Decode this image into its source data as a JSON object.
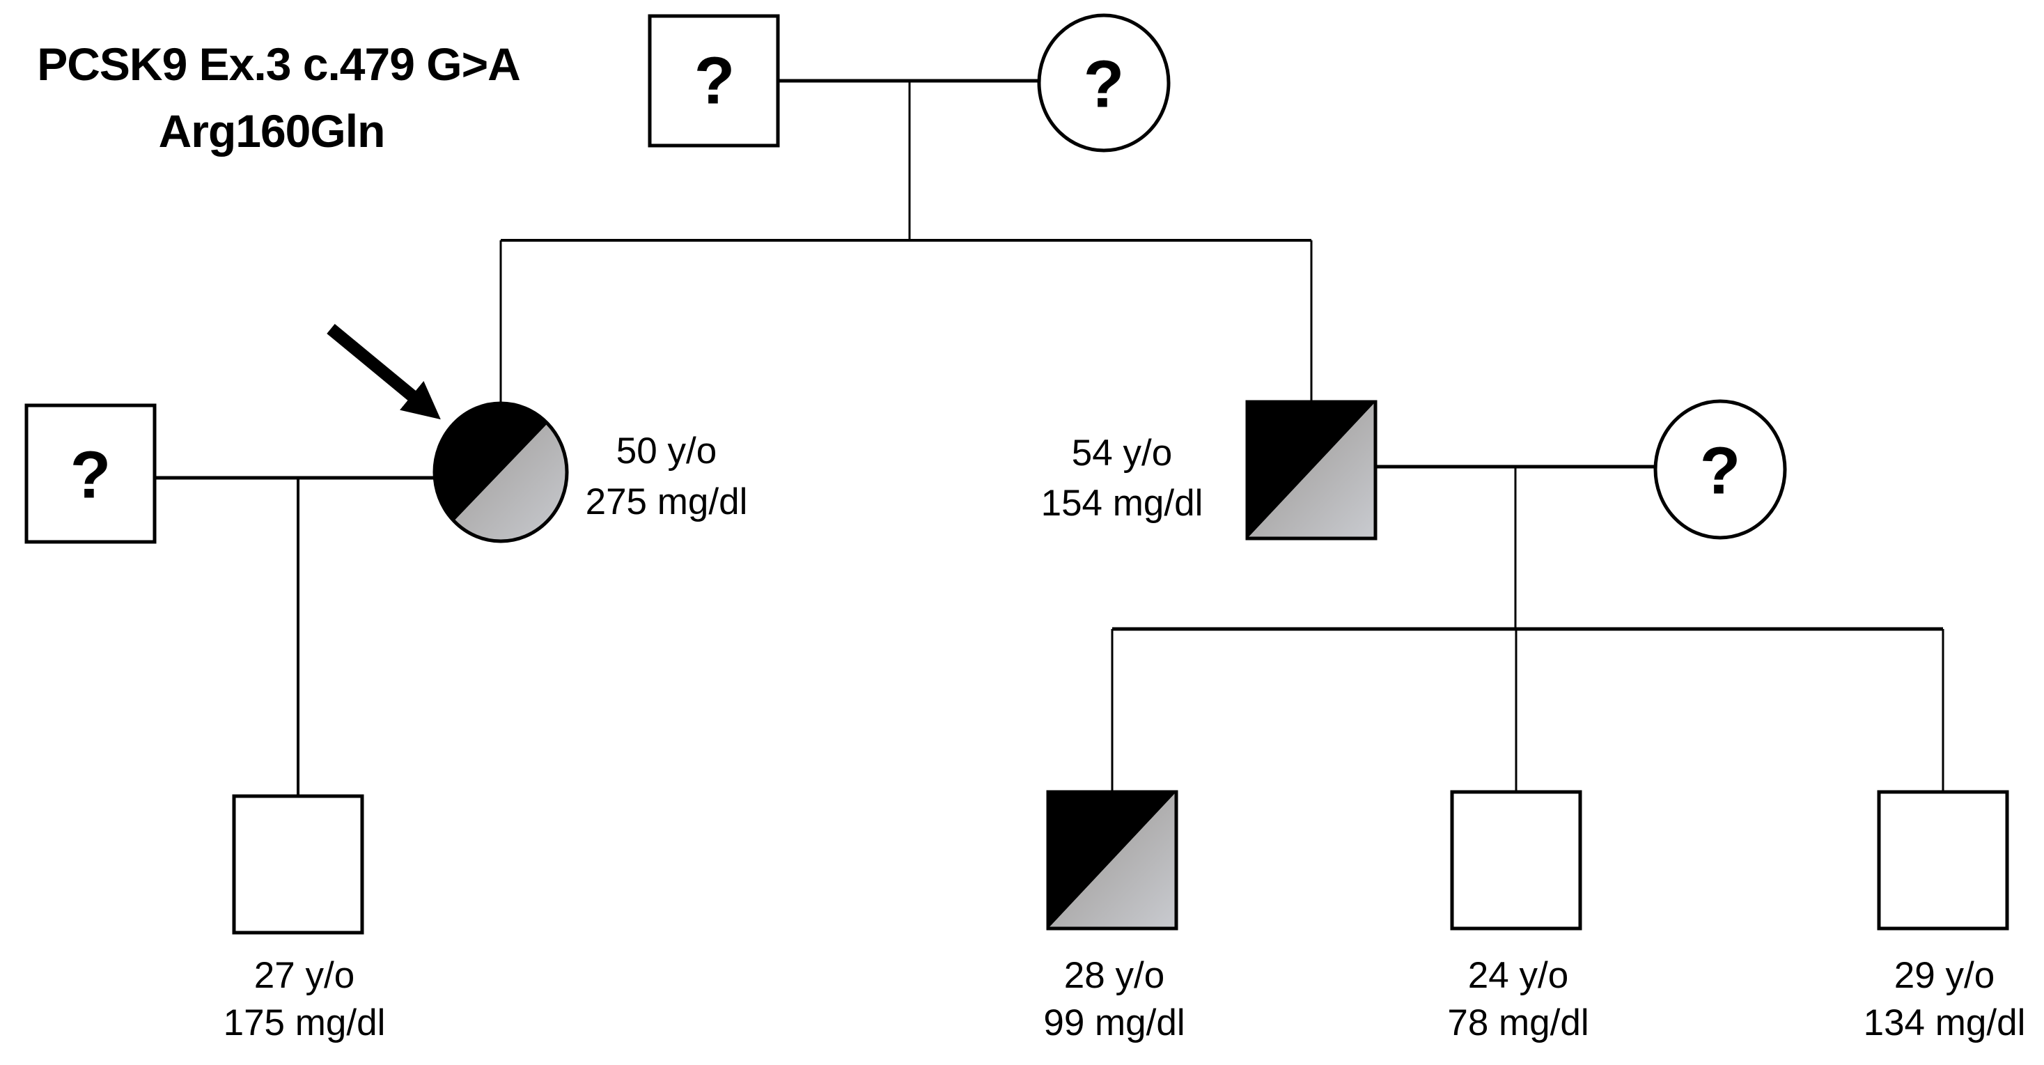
{
  "title": {
    "line1": "PCSK9 Ex.3 c.479 G>A",
    "line2": "Arg160Gln"
  },
  "legend_semantics": {
    "square": "male",
    "circle": "female",
    "half_filled_diagonal": "heterozygous mutation carrier",
    "question_mark": "genotype unknown / not tested",
    "arrow": "proband indicator"
  },
  "individuals": {
    "gen1_father": {
      "symbol": "square-unknown",
      "label": "?"
    },
    "gen1_mother": {
      "symbol": "circle-unknown",
      "label": "?"
    },
    "proband": {
      "symbol": "circle-half-filled",
      "is_proband": true,
      "age": "50 y/o",
      "value": "275 mg/dl"
    },
    "proband_husband": {
      "symbol": "square-unknown",
      "label": "?"
    },
    "brother": {
      "symbol": "square-half-filled",
      "age": "54 y/o",
      "value": "154 mg/dl"
    },
    "brother_wife": {
      "symbol": "circle-unknown",
      "label": "?"
    },
    "proband_son": {
      "symbol": "square-empty",
      "age": "27 y/o",
      "value": "175 mg/dl"
    },
    "nephew1": {
      "symbol": "square-half-filled",
      "age": "28 y/o",
      "value": "99 mg/dl"
    },
    "nephew2": {
      "symbol": "square-empty",
      "age": "24 y/o",
      "value": "78 mg/dl"
    },
    "nephew3": {
      "symbol": "square-empty",
      "age": "29 y/o",
      "value": "134 mg/dl"
    }
  },
  "colors": {
    "black": "#000000",
    "gray_fill_dark": "#96928e",
    "gray_fill_light": "#c9cbd0",
    "line": "#000000",
    "background": "#ffffff"
  }
}
